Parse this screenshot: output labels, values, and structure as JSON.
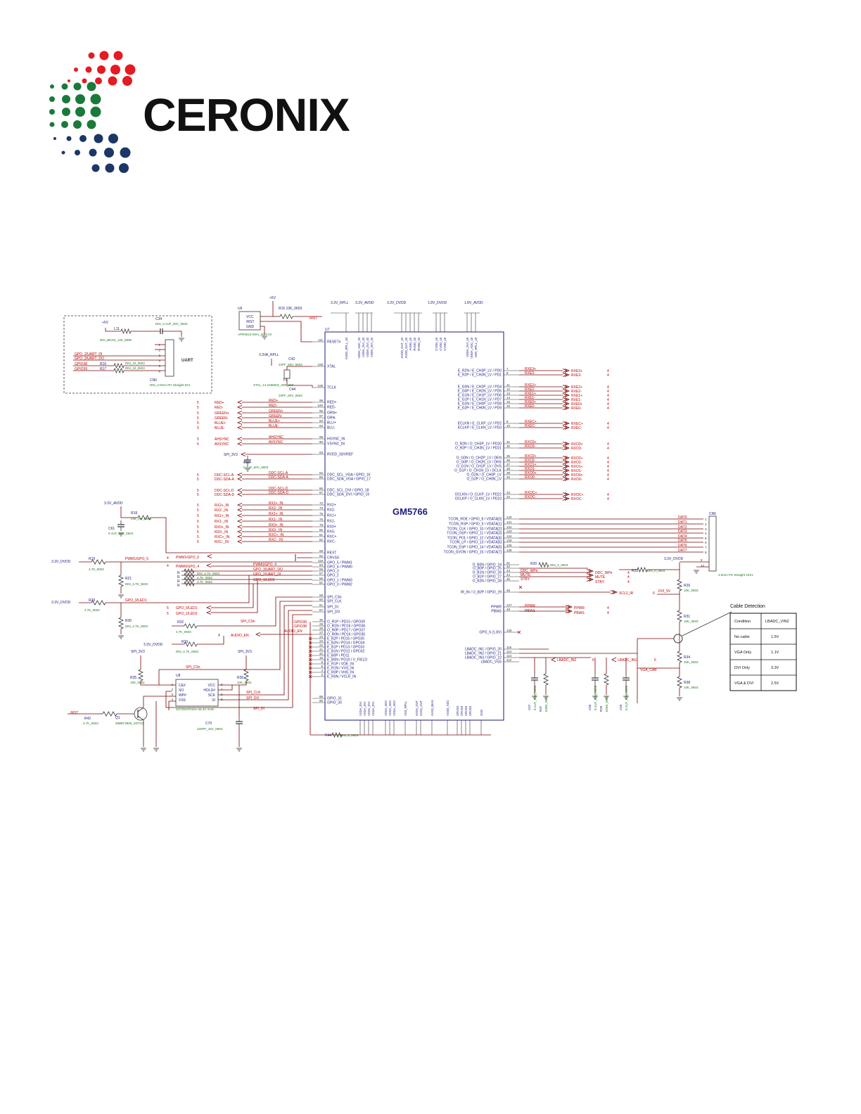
{
  "brand": {
    "name": "CERONIX"
  },
  "colors": {
    "red": "#e31b23",
    "green": "#1a7a3c",
    "navy": "#1c3766",
    "net_red": "#c00000",
    "wire": "#7a0000",
    "comp_green": "#1a7a1a",
    "pin_blue": "#1a1a80"
  },
  "chip": {
    "name": "GM5766",
    "ref": "U7",
    "top_rails": [
      "3.3V_RPLL",
      "3.3V_AVDD",
      "3.3V_DVDD",
      "1.8V_DVDD",
      "1.8V_AVDD"
    ],
    "top_pins": [
      "AVDD_RPLL_33",
      "VDDA_ADC_33",
      "VDDA_DVI_33",
      "VDDA_DVI_33",
      "VDDA_DVI_33",
      "AVDD_OUT_33",
      "AVDD_OUT_33",
      "AVDD_33",
      "RVDD_33",
      "RVDD_33",
      "CVDD_18",
      "CVDD_18",
      "CVDD_18",
      "VDDA_DVI_18",
      "VDDA_ADC_18",
      "VDD_RPLL_18"
    ],
    "left_pins": [
      {
        "no": "111",
        "name": "RESETn"
      },
      {
        "no": "108",
        "name": "XTAL"
      },
      {
        "no": "109",
        "name": "TCLK"
      },
      {
        "no": "99",
        "name": "RED+"
      },
      {
        "no": "100",
        "name": "RED-"
      },
      {
        "no": "96",
        "name": "GRN+"
      },
      {
        "no": "97",
        "name": "GRN-"
      },
      {
        "no": "93",
        "name": "BLU+"
      },
      {
        "no": "94",
        "name": "BLU-"
      },
      {
        "no": "88",
        "name": "HSYNC_IN"
      },
      {
        "no": "90",
        "name": "VSYNC_IN"
      },
      {
        "no": "63",
        "name": "RVDD_33/VREF"
      },
      {
        "no": "64",
        "name": "DDC_SCL_VGA / GPIO_16"
      },
      {
        "no": "65",
        "name": "DDC_SDA_VGA / GPIO_17"
      },
      {
        "no": "66",
        "name": "DDC_SCL_DVI / GPIO_18"
      },
      {
        "no": "67",
        "name": "DDC_SDA_DVI / GPIO_19"
      },
      {
        "no": "72",
        "name": "RX2+"
      },
      {
        "no": "73",
        "name": "RX2-"
      },
      {
        "no": "75",
        "name": "RX1+"
      },
      {
        "no": "76",
        "name": "RX1-"
      },
      {
        "no": "78",
        "name": "RX0+"
      },
      {
        "no": "80",
        "name": "RX0-"
      },
      {
        "no": "81",
        "name": "RXC+"
      },
      {
        "no": "82",
        "name": "RXC-"
      },
      {
        "no": "69",
        "name": "REXT"
      },
      {
        "no": "52",
        "name": "CRVSS"
      },
      {
        "no": "119",
        "name": "GPO_5 / PWM1"
      },
      {
        "no": "53",
        "name": "GPO_4 / PWM0"
      },
      {
        "no": "58",
        "name": "GPO_3"
      },
      {
        "no": "57",
        "name": "GPO_2"
      },
      {
        "no": "56",
        "name": "GPO_1 / PWM3"
      },
      {
        "no": "61",
        "name": "GPO_0 / PWM2"
      },
      {
        "no": "59",
        "name": "SPI_CSn"
      },
      {
        "no": "60",
        "name": "SPI_CLK"
      },
      {
        "no": "51",
        "name": "SPI_DI"
      },
      {
        "no": "57",
        "name": "SPI_DO"
      },
      {
        "no": "30",
        "name": "O_R1P / PD15 / GPO39"
      },
      {
        "no": "29",
        "name": "O_R1N / PD16 / GPO36"
      },
      {
        "no": "28",
        "name": "O_R0P / PD17 / GPO37"
      },
      {
        "no": "27",
        "name": "O_R0N / PD16 / GPO35"
      },
      {
        "no": "24",
        "name": "E_B2P / PD15 / GPO35"
      },
      {
        "no": "23",
        "name": "E_B2N / PD14 / GPO34"
      },
      {
        "no": "22",
        "name": "E_B1P / PD13 / GPO33"
      },
      {
        "no": "21",
        "name": "E_B1N / PD12 / GPO32"
      },
      {
        "no": "20",
        "name": "E_B0P / PD11"
      },
      {
        "no": "19",
        "name": "E_B0N / PD10 / V_FIELD"
      },
      {
        "no": "6",
        "name": "E_R1P / VDE_IN"
      },
      {
        "no": "5",
        "name": "E_R1N / VVS_IN"
      },
      {
        "no": "4",
        "name": "E_R0P / VHS_IN"
      },
      {
        "no": "3",
        "name": "E_R0N / VCLK_IN"
      },
      {
        "no": "86",
        "name": "GPIO_31"
      },
      {
        "no": "85",
        "name": "GPIO_30"
      }
    ],
    "right_pins": [
      {
        "no": "7",
        "name": "E_R2N / E_CH3P_LV / PD0"
      },
      {
        "no": "8",
        "name": "E_R2P / E_CH3N_LV / PD1"
      },
      {
        "no": "11",
        "name": "E_G0N / E_CH2P_LV / PD4"
      },
      {
        "no": "12",
        "name": "E_G0P / E_CH2N_LV / PD5"
      },
      {
        "no": "13",
        "name": "E_G1N / E_CH1P_LV / PD6"
      },
      {
        "no": "14",
        "name": "E_G1P / E_CH1N_LV / PD7"
      },
      {
        "no": "15",
        "name": "E_G2N / E_CH0P_LV / PD8"
      },
      {
        "no": "16",
        "name": "E_G2P / E_CH0N_LV / PD9"
      },
      {
        "no": "9",
        "name": "ECLKN / E_CLKP_LV / PD2"
      },
      {
        "no": "10",
        "name": "ECLKP / E_CLKN_LV / PD3"
      },
      {
        "no": "31",
        "name": "O_R2N / O_CH3P_LV / PD20"
      },
      {
        "no": "32",
        "name": "O_R2P / O_CH3N_LV / PD21"
      },
      {
        "no": "35",
        "name": "O_G0N / O_CH2P_LV / DEN"
      },
      {
        "no": "36",
        "name": "O_G0P / O_CH2N_LV / DHS"
      },
      {
        "no": "37",
        "name": "O_G1N / O_CH1P_LV / DVS"
      },
      {
        "no": "38",
        "name": "O_G1P / O_CH1N_LV / DCLK"
      },
      {
        "no": "39",
        "name": "O_G2N / O_CH0P_LV"
      },
      {
        "no": "40",
        "name": "O_G2P / O_CH0N_LV"
      },
      {
        "no": "33",
        "name": "OCLKN / O_CLKP_LV / PD22"
      },
      {
        "no": "34",
        "name": "OCLKP / O_CLKN_LV / PD23"
      },
      {
        "no": "120",
        "name": "TCON_ROE / GPIO_8 / VDATA[0]"
      },
      {
        "no": "121",
        "name": "TCON_RSP / GPIO_9 / VDATA[1]"
      },
      {
        "no": "122",
        "name": "TCON_CLK / GPIO_10 / VDATA[2]"
      },
      {
        "no": "123",
        "name": "TCON_OSP / GPIO_11 / VDATA[3]"
      },
      {
        "no": "124",
        "name": "TCON_POL / GPIO_12 / VDATA[4]"
      },
      {
        "no": "125",
        "name": "TCON_LP / GPIO_13 / VDATA[5]"
      },
      {
        "no": "126",
        "name": "TCON_ESP / GPIO_14 / VDATA[6]"
      },
      {
        "no": "128",
        "name": "TCON_GVON / GPIO_15 / VDATA[7]"
      },
      {
        "no": "41",
        "name": "O_B0N / GPIO_24"
      },
      {
        "no": "42",
        "name": "O_B0P / GPIO_25"
      },
      {
        "no": "43",
        "name": "O_B1N / GPIO_26"
      },
      {
        "no": "44",
        "name": "O_B1P / GPIO_27"
      },
      {
        "no": "45",
        "name": "O_B2N / GPIO_28"
      },
      {
        "no": "46",
        "name": "IR_IN / O_B2P / GPIO_29"
      },
      {
        "no": "127",
        "name": "PPWR"
      },
      {
        "no": "49",
        "name": "PBIAS"
      },
      {
        "no": "125",
        "name": "GPO_6 (1.8V)"
      },
      {
        "no": "115",
        "name": "LBADC_IN1 / GPIO_20"
      },
      {
        "no": "114",
        "name": "LBADC_IN2 / GPIO_21"
      },
      {
        "no": "113",
        "name": "LBADC_IN3 / GPIO_22"
      },
      {
        "no": "112",
        "name": "LBADC_VSS"
      }
    ],
    "bottom_pins": [
      "VSSA_DVI",
      "VSSA_DVI",
      "VSSA_DVI",
      "VSSA_DVI",
      "VSSA_ADC",
      "VSSA_ADC",
      "VSSA_ADC",
      "VSS_RPLL",
      "AVSS_OUT",
      "AVSS_OUT",
      "AVSS_BIAS",
      "VSSD_ADC",
      "CRVSS",
      "CRVSS",
      "CRVSS",
      "CRVSS",
      "GND"
    ]
  },
  "right_nets": [
    {
      "lbl": "RXE3+",
      "out": "RXE3+",
      "sh": "4"
    },
    {
      "lbl": "RXE3-",
      "out": "RXE3-",
      "sh": "4"
    },
    {
      "lbl": "RXE2+",
      "out": "RXE2+",
      "sh": "4"
    },
    {
      "lbl": "RXE2-",
      "out": "RXE2-",
      "sh": "4"
    },
    {
      "lbl": "RXE1+",
      "out": "RXE1+",
      "sh": "4"
    },
    {
      "lbl": "RXE1-",
      "out": "RXE1-",
      "sh": "4"
    },
    {
      "lbl": "RXE0+",
      "out": "RXE0+",
      "sh": "4"
    },
    {
      "lbl": "RXE0-",
      "out": "RXE0-",
      "sh": "4"
    },
    {
      "lbl": "RXEC+",
      "out": "RXEC+",
      "sh": "4"
    },
    {
      "lbl": "RXEC-",
      "out": "RXEC-",
      "sh": "4"
    },
    {
      "lbl": "RXO3+",
      "out": "RXO3+",
      "sh": "4"
    },
    {
      "lbl": "RXO3-",
      "out": "RXO3-",
      "sh": "4"
    },
    {
      "lbl": "RXO2+",
      "out": "RXO2+",
      "sh": "4"
    },
    {
      "lbl": "RXO2-",
      "out": "RXO2-",
      "sh": "4"
    },
    {
      "lbl": "RXO1+",
      "out": "RXO1+",
      "sh": "4"
    },
    {
      "lbl": "RXO1-",
      "out": "RXO1-",
      "sh": "4"
    },
    {
      "lbl": "RXO0+",
      "out": "RXO0+",
      "sh": "4"
    },
    {
      "lbl": "RXO0-",
      "out": "RXO0-",
      "sh": "4"
    },
    {
      "lbl": "RXOC+",
      "out": "RXOC+",
      "sh": "4"
    },
    {
      "lbl": "RXOC-",
      "out": "RXOC-",
      "sh": "4"
    }
  ],
  "dat_nets": [
    "DAT0",
    "DAT1",
    "DAT2",
    "DAT3",
    "DAT4",
    "DAT5",
    "DAT6",
    "DAT7"
  ],
  "left_nets": [
    {
      "sh": "5",
      "out": "RED+",
      "in": "RED+"
    },
    {
      "sh": "5",
      "out": "RED-",
      "in": "RED-"
    },
    {
      "sh": "5",
      "out": "GREEN+",
      "in": "GREEN+"
    },
    {
      "sh": "5",
      "out": "GREEN-",
      "in": "GREEN-"
    },
    {
      "sh": "5",
      "out": "BLUE+",
      "in": "BLUE+"
    },
    {
      "sh": "5",
      "out": "BLUE-",
      "in": "BLUE-"
    },
    {
      "sh": "5",
      "out": "AHSYNC",
      "in": "AHSYNC"
    },
    {
      "sh": "5",
      "out": "AVSYNC",
      "in": "AVSYNC"
    },
    {
      "sh": "5",
      "out": "DDC-SCL-A",
      "in": "DDC-SCL-A"
    },
    {
      "sh": "5",
      "out": "DDC-SDA-A",
      "in": "DDC-SDA-A"
    },
    {
      "sh": "5",
      "out": "DDC-SCL-D",
      "in": "DDC-SCL-D"
    },
    {
      "sh": "5",
      "out": "DDC-SDA-D",
      "in": "DDC-SDA-D"
    },
    {
      "sh": "5",
      "out": "RX2+_IN",
      "in": "RX2+_IN"
    },
    {
      "sh": "5",
      "out": "RX2-_IN",
      "in": "RX2-_IN"
    },
    {
      "sh": "5",
      "out": "RX1+_IN",
      "in": "RX1+_IN"
    },
    {
      "sh": "5",
      "out": "RX1-_IN",
      "in": "RX1-_IN"
    },
    {
      "sh": "5",
      "out": "RX0+_IN",
      "in": "RX0+_IN"
    },
    {
      "sh": "5",
      "out": "RX0-_IN",
      "in": "RX0-_IN"
    },
    {
      "sh": "5",
      "out": "RXC+_IN",
      "in": "RXC+_IN"
    },
    {
      "sh": "5",
      "out": "RXC-_IN",
      "in": "RXC-_IN"
    }
  ],
  "labels": {
    "uart": "UART",
    "cn5": "CN5",
    "cn5_desc": "DNI_2.0mm PH Straight 6X1",
    "l11": "L11",
    "l11_val": "DNI_BEAD_120_0805",
    "c34": "C34",
    "c34_val": "DNI_0.1UF_50V_0603",
    "gpo_uart_di": "GPO_2/UART_DI",
    "gpo_uart_do": "GPO_3/UART_DO",
    "gpio38": "GPIO38",
    "gpio39": "GPIO39",
    "r16": "R16",
    "r17": "R17",
    "dni10a": "DNI_10_0603",
    "dni10b": "DNI_10_0603",
    "u6": "U6",
    "u6_val": "APR3013-29AI_SOT-23",
    "vcc": "VCC",
    "rst": "/RST",
    "gnd": "GND",
    "r15": "R15",
    "r15_val": "10K_0603",
    "p5v": "+5V",
    "rst_net": "/RST",
    "rpll": "3.3VA_RPLL",
    "c43": "C43",
    "c43_val": "22PF_50V_0603",
    "y1": "Y1",
    "xtal": "XTAL_14.318MHZ_49S_DIP",
    "c44": "C44",
    "c44_val": "22PF_50V_0603",
    "spi33": "SPI_3V3",
    "c53": "C53",
    "c53_val": "0.1UF_50V_0603",
    "avdd33": "3.3V_AVDD",
    "r18": "R18",
    "r18_val": "249_1%_0603",
    "c61": "C61",
    "c61_val": "0.1UF_50V_0603",
    "dvdd33": "3.3V_DVDD",
    "r19": "R19",
    "r19_val": "4.7K_0603",
    "pwm1": "PWM1/GPO_5",
    "pwm0": "PWM0/GPO_4",
    "r21": "R21",
    "r21_val": "DNI_4.7K_0603",
    "r29": "R29",
    "r29_val": "4.7K_0603",
    "gpo0led1": "GPO_0/LED1",
    "r30": "R30",
    "r30_val": "DNI_4.7K_0603",
    "gpo0led1b": "GPO_0/LED1",
    "gpo1led2": "GPO_1/LED2",
    "pwm0b": "PWM0/GPO_4",
    "uartdo": "GPO_3/UART_DO",
    "uartdi": "GPO_2/UART_DI",
    "gpo1led2b": "GPO_1/LED2",
    "r_dni47": "DNI_4.7K_0603",
    "r_47a": "4.7K_0603",
    "r_47b": "4.7K_0603",
    "r32": "R32",
    "r32_val": "4.7K_0603",
    "r33": "R33",
    "r33_val": "DNI_4.7K_0603",
    "spi_csn": "SPI_CSn",
    "audio_en": "AUDIO_EN",
    "audio_en2": "AUDIO_EN",
    "gpio39b": "GPIO39",
    "gpio38b": "GPIO38",
    "r35": "R35",
    "r35_val": "10K_0603",
    "u8": "U8",
    "u8_val": "SST25VF010A-33-4C-SAE",
    "ce": "CE#",
    "so": "SO",
    "wp": "WP#",
    "vss": "VSS",
    "vcc8": "VCC",
    "hold": "HOLD#",
    "sck": "SCK",
    "si": "SI",
    "r36": "R36",
    "r36_val": "10K_0603",
    "spi_clk": "SPI_CLK",
    "spi_do": "SPI_DO",
    "spi_di": "SPI_DI",
    "spi_csn2": "SPI_CSn",
    "c70": "C70",
    "c70_val": "220PF_16V_0603",
    "q1": "Q1",
    "q1_val": "MMBT3906_SOT23",
    "r42": "R42",
    "r42_val": "4.7K_0603",
    "rst2": "/RST",
    "r44": "R44",
    "r44_val": "DNI_0_0603",
    "r20": "R20",
    "r20_val": "DNI_0_0603",
    "ddc_wp": "DDC_WPn",
    "mute": "MUTE",
    "stby": "STBY",
    "ddc_wp_in": "DDC_WPn",
    "mute_in": "MUTE",
    "stby_in": "STBY",
    "scl2ir": "SCL2_IR",
    "ppwr": "PPWR",
    "pbias": "PBIAS",
    "ppwr2": "PPWR",
    "pbias2": "PBIAS",
    "lbadc_in2": "LBADC_IN2",
    "lbadc_in1": "LBADC_IN1",
    "vga_cab": "VGA_CAB",
    "dvi_5v": "DVI_5V",
    "r23": "R23",
    "r23_val": "DNI_0_0603",
    "r26": "R26",
    "r26_val": "10K_0603",
    "r31": "R31",
    "r31_val": "10K_0603",
    "r34": "R34",
    "r34_val": "10K_0603",
    "r38": "R38",
    "r38_val": "10K_0603",
    "cn6": "CN6",
    "cn6_desc": "2.0mm PH Straight 10X1",
    "dvdd33b": "3.3V_DVDD",
    "c67": "C67",
    "c67_val": "0.1UF_50V_0603",
    "r37": "R37",
    "r37_val": "620K_0603",
    "c66": "C66",
    "c66_val": "0.1UF_50V_0603",
    "r39": "R39",
    "r39_val": "620K_0603",
    "c69": "C69",
    "c69_val": "0.1UF_50V_0603",
    "sh4": "4",
    "sh6": "6",
    "sh5": "5"
  },
  "cable_detection": {
    "title": "Cable Detection",
    "headers": [
      "Condition",
      "LBADC_VIN2"
    ],
    "rows": [
      [
        "No cable",
        "1.5V"
      ],
      [
        "VGA Only",
        "1.1V"
      ],
      [
        "DVI Only",
        "3.3V"
      ],
      [
        "VGA & DVI",
        "2.5V"
      ]
    ]
  }
}
